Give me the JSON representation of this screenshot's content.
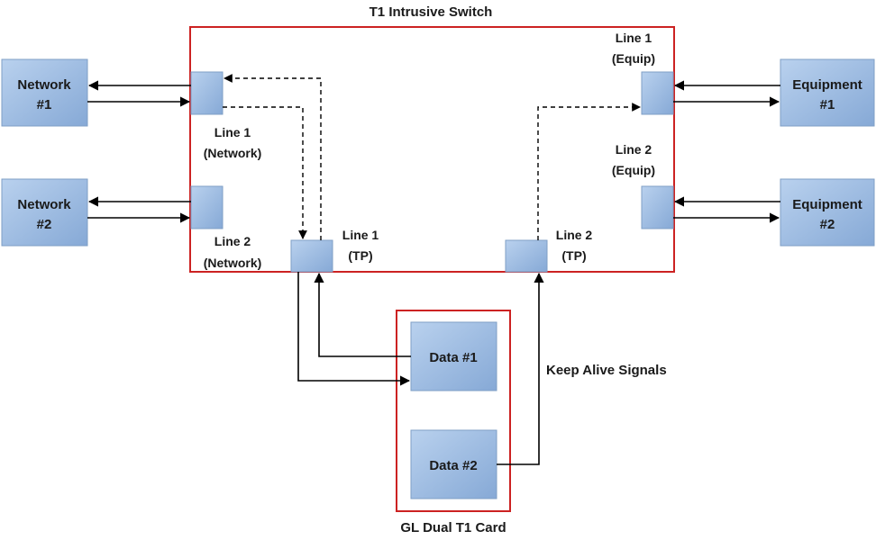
{
  "title": "T1 Intrusive Switch",
  "card_label": "GL Dual T1 Card",
  "keep_alive_label": "Keep Alive Signals",
  "networks": [
    {
      "line1": "Network",
      "line2": "#1"
    },
    {
      "line1": "Network",
      "line2": "#2"
    }
  ],
  "equipment": [
    {
      "line1": "Equipment",
      "line2": "#1"
    },
    {
      "line1": "Equipment",
      "line2": "#2"
    }
  ],
  "ports": {
    "line1_network": {
      "l1": "Line 1",
      "l2": "(Network)"
    },
    "line2_network": {
      "l1": "Line 2",
      "l2": "(Network)"
    },
    "line1_tp": {
      "l1": "Line 1",
      "l2": "(TP)"
    },
    "line2_tp": {
      "l1": "Line 2",
      "l2": "(TP)"
    },
    "line1_equip": {
      "l1": "Line 1",
      "l2": "(Equip)"
    },
    "line2_equip": {
      "l1": "Line 2",
      "l2": "(Equip)"
    }
  },
  "data_blocks": [
    "Data #1",
    "Data #2"
  ]
}
